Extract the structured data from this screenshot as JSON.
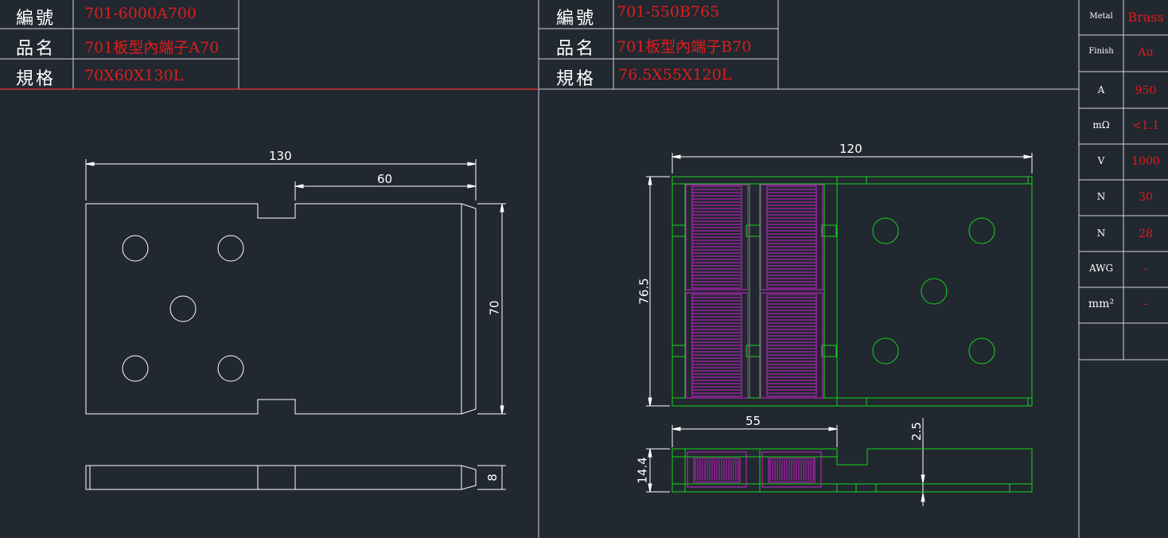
{
  "part_a": {
    "code_label": "編號",
    "code_value": "701-6000A700",
    "name_label": "品名",
    "name_value": "701板型內端子A70",
    "spec_label": "規格",
    "spec_value": "70X60X130L",
    "dims": {
      "length": "130",
      "offset": "60",
      "height": "70",
      "thickness": "8"
    }
  },
  "part_b": {
    "code_label": "編號",
    "code_value": "701-550B765",
    "name_label": "品名",
    "name_value": "701板型內端子B70",
    "spec_label": "規格",
    "spec_value": "76.5X55X120L",
    "dims": {
      "length": "120",
      "height": "76.5",
      "width": "55",
      "thickness": "14.4",
      "step": "2.5"
    }
  },
  "specs": [
    {
      "key": "Metal",
      "value": "Brass"
    },
    {
      "key": "Finish",
      "value": "Au"
    },
    {
      "key": "A",
      "value": "950"
    },
    {
      "key": "mΩ",
      "value": "<1.1"
    },
    {
      "key": "V",
      "value": "1000"
    },
    {
      "key": "N",
      "value": "30"
    },
    {
      "key": "N",
      "value": "28"
    },
    {
      "key": "AWG",
      "value": "-"
    },
    {
      "key": "mm²",
      "value": "-"
    },
    {
      "key": "",
      "value": ""
    }
  ],
  "colors": {
    "background": "#212830",
    "line": "#ffffff",
    "value_text": "#e11c1c",
    "green": "#19d419",
    "magenta": "#d11fd1",
    "red_line": "#c83232"
  }
}
